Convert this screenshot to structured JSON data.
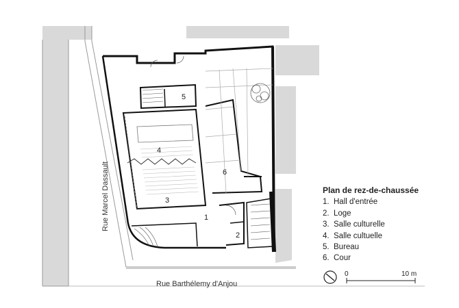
{
  "legend": {
    "title": "Plan de rez-de-chaussée",
    "items": [
      {
        "num": "1.",
        "label": "Hall d'entrée"
      },
      {
        "num": "2.",
        "label": "Loge"
      },
      {
        "num": "3.",
        "label": "Salle culturelle"
      },
      {
        "num": "4.",
        "label": "Salle cultuelle"
      },
      {
        "num": "5.",
        "label": "Bureau"
      },
      {
        "num": "6.",
        "label": "Cour"
      }
    ]
  },
  "rooms": [
    "1",
    "2",
    "3",
    "4",
    "5",
    "6"
  ],
  "streets": {
    "west": "Rue Marcel Dassault",
    "south": "Rue Barthélemy d'Anjou"
  },
  "scale": {
    "start": "0",
    "end": "10 m"
  },
  "colors": {
    "context_block": "#d9d9d9",
    "wall": "#111111",
    "thin_line": "#888888",
    "background": "#ffffff"
  }
}
